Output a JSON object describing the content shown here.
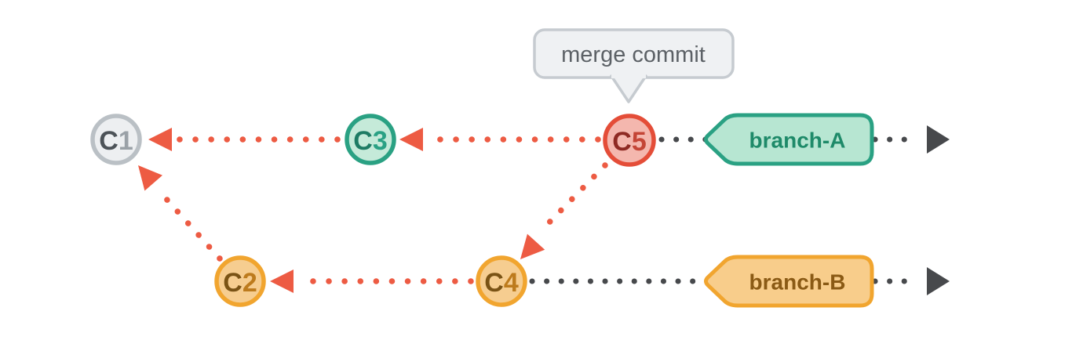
{
  "diagram": {
    "title": "git merge commit diagram",
    "background": "#ffffff",
    "tooltip": {
      "text": "merge commit",
      "fill": "#eff1f3",
      "border": "#c6cbd0",
      "text_color": "#5c6166"
    },
    "commits": [
      {
        "id": "C1",
        "prefix": "C",
        "num": "1",
        "fill": "#edeff1",
        "border": "#bac0c5",
        "prefix_color": "#4d5358",
        "num_color": "#9aa1a7"
      },
      {
        "id": "C2",
        "prefix": "C",
        "num": "2",
        "fill": "#f6cd90",
        "border": "#f1a52f",
        "prefix_color": "#7a5315",
        "num_color": "#bd7b1d"
      },
      {
        "id": "C3",
        "prefix": "C",
        "num": "3",
        "fill": "#c5ead9",
        "border": "#2aa183",
        "prefix_color": "#1e7b64",
        "num_color": "#2aa184"
      },
      {
        "id": "C4",
        "prefix": "C",
        "num": "4",
        "fill": "#f6cd90",
        "border": "#f1a52f",
        "prefix_color": "#7a5315",
        "num_color": "#bd7b1d"
      },
      {
        "id": "C5",
        "prefix": "C",
        "num": "5",
        "fill": "#f4b7ae",
        "border": "#e44d38",
        "prefix_color": "#8e2a23",
        "num_color": "#c44536"
      }
    ],
    "branches": [
      {
        "label": "branch-A",
        "fill": "#b7e6d2",
        "border": "#2aa183",
        "text_color": "#1e8a69"
      },
      {
        "label": "branch-B",
        "fill": "#f8cd8b",
        "border": "#f1a52f",
        "text_color": "#8a5a15"
      }
    ],
    "colors": {
      "parent_edge": "#ed5b43",
      "timeline": "#47494c"
    },
    "edges": [
      {
        "from": "C3",
        "to": "C1",
        "type": "parent"
      },
      {
        "from": "C5",
        "to": "C3",
        "type": "parent"
      },
      {
        "from": "C5",
        "to": "C4",
        "type": "parent"
      },
      {
        "from": "C4",
        "to": "C2",
        "type": "parent"
      },
      {
        "from": "C2",
        "to": "C1",
        "type": "parent"
      }
    ]
  }
}
